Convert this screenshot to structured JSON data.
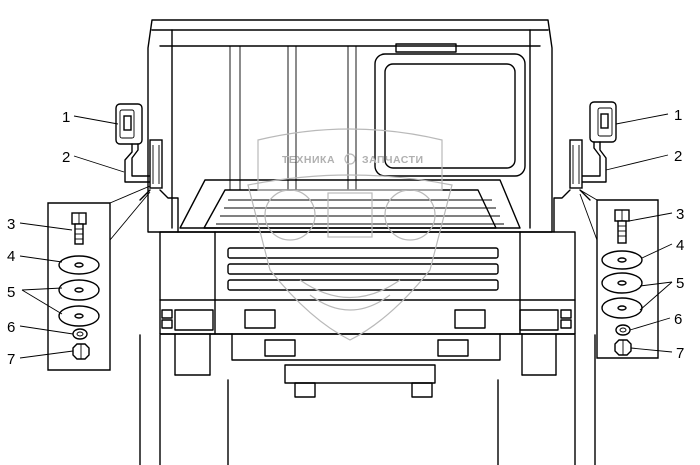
{
  "watermark": {
    "text_left": "ТЕХНИКА",
    "text_right": "ЗАПЧАСТИ",
    "color": "#b0b0b0"
  },
  "callouts": {
    "left": [
      "1",
      "2",
      "3",
      "4",
      "5",
      "6",
      "7"
    ],
    "right": [
      "1",
      "2",
      "3",
      "4",
      "5",
      "6",
      "7"
    ]
  }
}
